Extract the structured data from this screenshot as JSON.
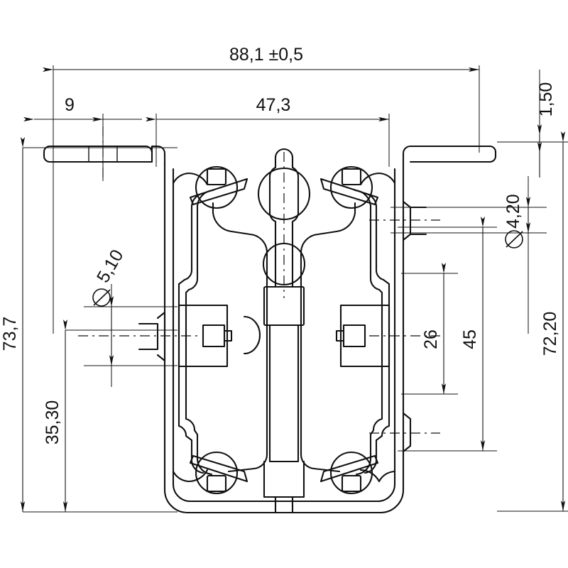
{
  "drawing": {
    "type": "engineering-technical-drawing",
    "subject": "ball bearing drawer slide cross-section",
    "units": "mm",
    "decimal_separator": "comma",
    "background_color": "#ffffff",
    "line_color": "#111111",
    "dimension_color": "#111111"
  },
  "dimensions": {
    "overall_width": {
      "label": "88,1 ±0,5",
      "value": "88,1",
      "tolerance": "±0,5",
      "orientation": "horizontal",
      "position": "top"
    },
    "inner_width": {
      "label": "47,3",
      "value": "47,3",
      "orientation": "horizontal",
      "position": "top"
    },
    "flange_offset": {
      "label": "9",
      "value": "9",
      "orientation": "horizontal",
      "position": "top-left"
    },
    "right_edge_thickness": {
      "label": "1,50",
      "value": "1,50",
      "orientation": "vertical",
      "position": "top-right"
    },
    "overall_height": {
      "label": "73,7",
      "value": "73,7",
      "orientation": "vertical",
      "position": "left"
    },
    "hole_centre_height": {
      "label": "35,30",
      "value": "35,30",
      "orientation": "vertical",
      "position": "left"
    },
    "left_hole_diameter": {
      "label": "Ø 5,10",
      "symbol": "Ø",
      "value": "5,10",
      "orientation": "leader",
      "position": "left"
    },
    "right_hole_diameter": {
      "label": "Ø 4,20",
      "symbol": "Ø",
      "value": "4,20",
      "orientation": "vertical",
      "position": "right"
    },
    "pitch_26": {
      "label": "26",
      "value": "26",
      "orientation": "vertical",
      "position": "right"
    },
    "pitch_45": {
      "label": "45",
      "value": "45",
      "orientation": "vertical",
      "position": "right"
    },
    "profile_height": {
      "label": "72,20",
      "value": "72,20",
      "orientation": "vertical",
      "position": "far-right"
    }
  },
  "chart_data": {
    "type": "table",
    "title": "Drawer slide cross-section dimensions",
    "categories": [
      "88,1 ±0,5",
      "47,3",
      "9",
      "1,50",
      "73,7",
      "35,30",
      "Ø 5,10",
      "Ø 4,20",
      "26",
      "45",
      "72,20"
    ],
    "values": [
      88.1,
      47.3,
      9,
      1.5,
      73.7,
      35.3,
      5.1,
      4.2,
      26,
      45,
      72.2
    ]
  }
}
